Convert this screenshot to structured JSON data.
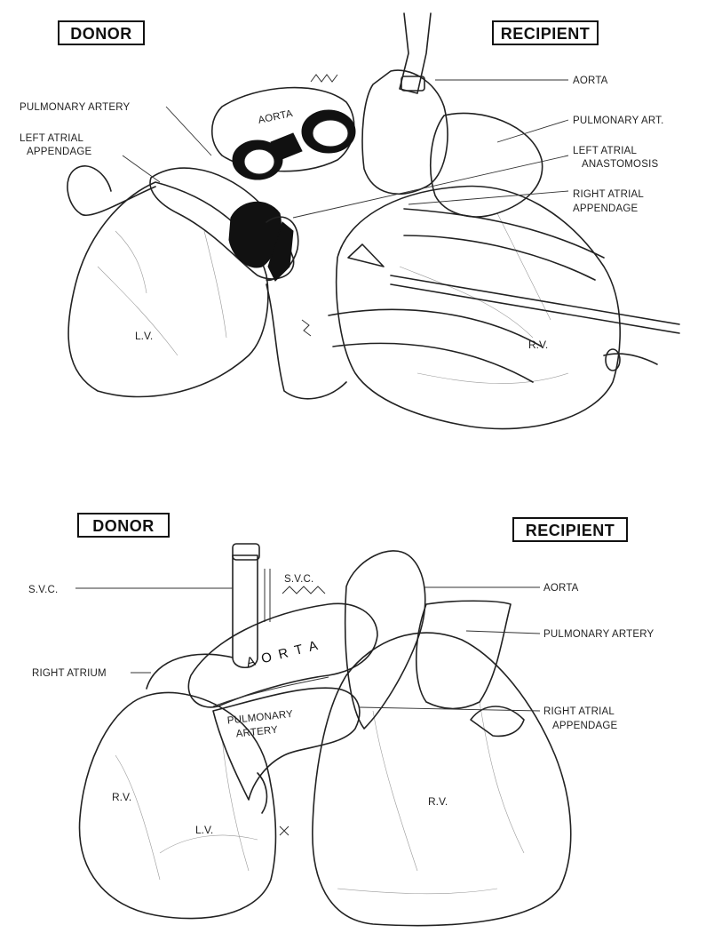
{
  "top_panel": {
    "donor_box": "DONOR",
    "recipient_box": "RECIPIENT",
    "labels": {
      "pulmonary_artery": "PULMONARY ARTERY",
      "left_atrial_appendage_1": "LEFT ATRIAL",
      "left_atrial_appendage_2": "APPENDAGE",
      "aorta_donor": "AORTA",
      "aorta_recipient": "AORTA",
      "pulmonary_art": "PULMONARY ART.",
      "left_atrial_anastomosis_1": "LEFT ATRIAL",
      "left_atrial_anastomosis_2": "ANASTOMOSIS",
      "right_atrial_appendage_1": "RIGHT ATRIAL",
      "right_atrial_appendage_2": "APPENDAGE",
      "lv": "L.V.",
      "rv": "R.V."
    }
  },
  "bottom_panel": {
    "donor_box": "DONOR",
    "recipient_box": "RECIPIENT",
    "labels": {
      "svc_left": "S.V.C.",
      "svc_mid": "S.V.C.",
      "right_atrium": "RIGHT ATRIUM",
      "aorta_donor": "A O R T A",
      "pulmonary_artery_donor_1": "PULMONARY",
      "pulmonary_artery_donor_2": "ARTERY",
      "aorta_recipient": "AORTA",
      "pulmonary_artery_recipient": "PULMONARY ARTERY",
      "right_atrial_appendage_1": "RIGHT ATRIAL",
      "right_atrial_appendage_2": "APPENDAGE",
      "rv_donor": "R.V.",
      "lv_donor": "L.V.",
      "rv_recipient": "R.V."
    }
  }
}
